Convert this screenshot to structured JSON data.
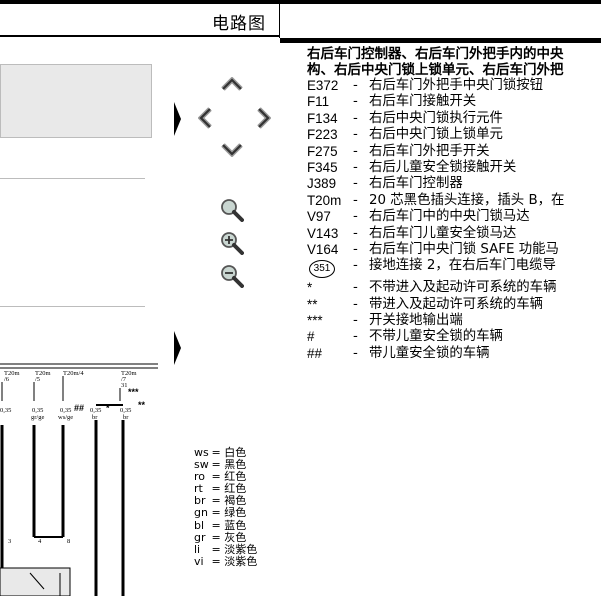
{
  "header": {
    "title": "电路图"
  },
  "navigation": {
    "up_icon": "chevron-up-icon",
    "left_icon": "chevron-left-icon",
    "right_icon": "chevron-right-icon",
    "down_icon": "chevron-down-icon",
    "zoom_icon": "zoom-icon",
    "zoom_in_icon": "zoom-in-icon",
    "zoom_out_icon": "zoom-out-icon"
  },
  "legend": {
    "title_line1": "右后车门控制器、右后车门外把手内的中央",
    "title_line2": "构、右后中央门锁上锁单元、右后车门外把",
    "items": [
      {
        "code": "E372",
        "dash": "-",
        "desc": "右后车门外把手中央门锁按钮"
      },
      {
        "code": "F11",
        "dash": "-",
        "desc": "右后车门接触开关"
      },
      {
        "code": "F134",
        "dash": "-",
        "desc": "右后中央门锁执行元件"
      },
      {
        "code": "F223",
        "dash": "-",
        "desc": "右后中央门锁上锁单元"
      },
      {
        "code": "F275",
        "dash": "-",
        "desc": "右后车门外把手开关"
      },
      {
        "code": "F345",
        "dash": "-",
        "desc": "右后儿童安全锁接触开关"
      },
      {
        "code": "J389",
        "dash": "-",
        "desc": "右后车门控制器"
      },
      {
        "code": "T20m",
        "dash": "-",
        "desc": "20 芯黑色插头连接，插头 B，在"
      },
      {
        "code": "V97",
        "dash": "-",
        "desc": "右后车门中的中央门锁马达"
      },
      {
        "code": "V143",
        "dash": "-",
        "desc": "右后车门儿童安全锁马达"
      },
      {
        "code": "V164",
        "dash": "-",
        "desc": "右后车门中央门锁 SAFE 功能马"
      },
      {
        "code": "351",
        "dash": "-",
        "desc": "接地连接 2，在右后车门电缆导"
      },
      {
        "code": "*",
        "dash": "-",
        "desc": "不带进入及起动许可系统的车辆"
      },
      {
        "code": "**",
        "dash": "-",
        "desc": "带进入及起动许可系统的车辆"
      },
      {
        "code": "***",
        "dash": "-",
        "desc": "开关接地输出端"
      },
      {
        "code": "#",
        "dash": "-",
        "desc": "不带儿童安全锁的车辆"
      },
      {
        "code": "##",
        "dash": "-",
        "desc": "带儿童安全锁的车辆"
      }
    ]
  },
  "color_legend": [
    {
      "abbr": "ws",
      "name": "白色"
    },
    {
      "abbr": "sw",
      "name": "黑色"
    },
    {
      "abbr": "ro",
      "name": "红色"
    },
    {
      "abbr": "rt",
      "name": "红色"
    },
    {
      "abbr": "br",
      "name": "褐色"
    },
    {
      "abbr": "gn",
      "name": "绿色"
    },
    {
      "abbr": "bl",
      "name": "蓝色"
    },
    {
      "abbr": "gr",
      "name": "灰色"
    },
    {
      "abbr": "li",
      "name": "淡紫色"
    },
    {
      "abbr": "vi",
      "name": "淡紫色"
    }
  ],
  "diagram": {
    "connectors": [
      "T20m",
      "/6",
      "T20m",
      "/5",
      "T20m/4",
      "T20m",
      "/7",
      "31"
    ],
    "markers": [
      "***",
      "##",
      "*",
      "**"
    ],
    "wire_sizes": [
      "0,35",
      "0,35",
      "0,35",
      "0,35",
      "0,35"
    ],
    "wire_colors": [
      "gr/ge",
      "ws/ge",
      "br",
      "br"
    ],
    "pin_labels": [
      "3",
      "4",
      "8"
    ]
  }
}
